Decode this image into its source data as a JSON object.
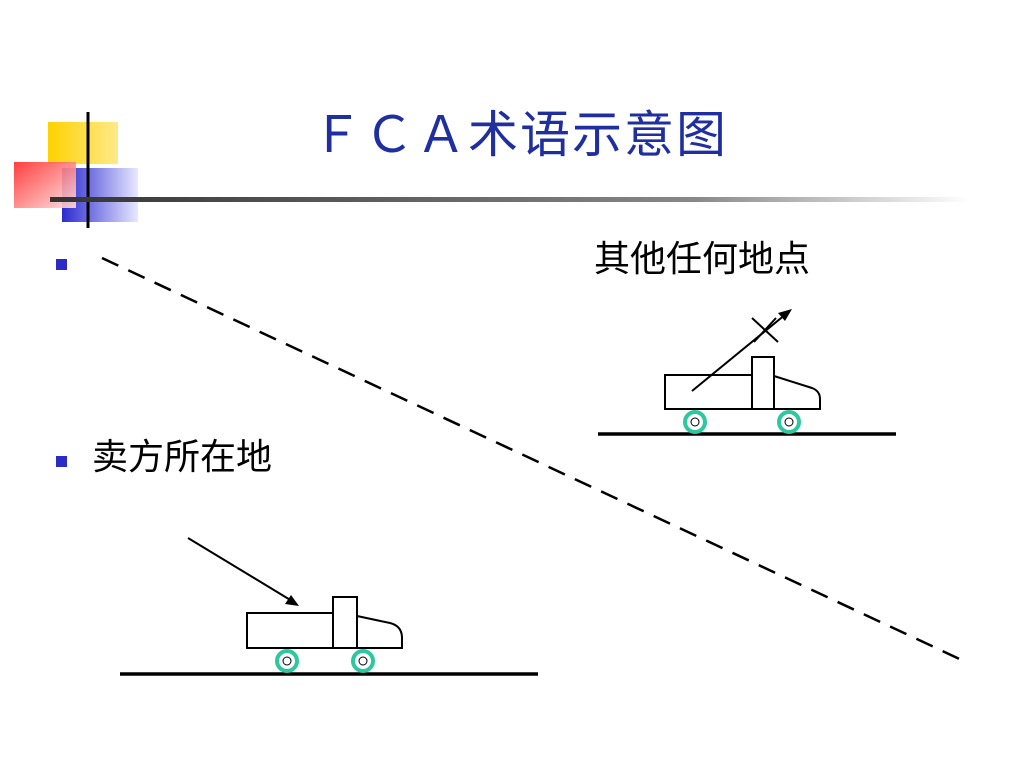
{
  "slide": {
    "title": "ＦＣＡ术语示意图",
    "bullets": [
      {
        "text": ""
      },
      {
        "text": "卖方所在地"
      }
    ],
    "other_location_label": "其他任何地点"
  },
  "colors": {
    "title": "#1f2fa0",
    "bullet": "#2b2bc8",
    "wheel": "#2ec8a0",
    "deco_yellow": "#ffd200",
    "deco_red": "#ff3b3b",
    "deco_blue": "#2b2bd0",
    "line": "#000000"
  },
  "icons": {
    "corner_decoration": "overlapping-squares-icon",
    "truck": "truck-icon",
    "cross": "cross-mark-icon"
  }
}
